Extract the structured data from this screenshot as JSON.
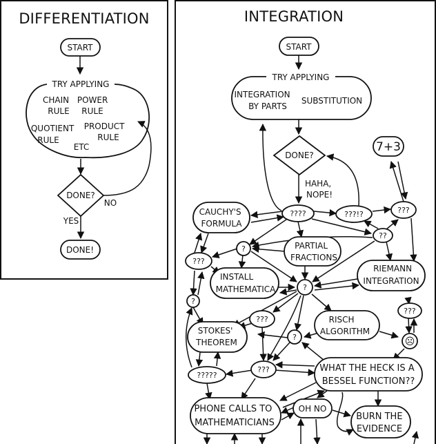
{
  "differentiation": {
    "title": "DIFFERENTIATION",
    "start": "START",
    "try_applying": "TRY APPLYING",
    "chain_rule": [
      "CHAIN",
      "RULE"
    ],
    "power_rule": [
      "POWER",
      "RULE"
    ],
    "quotient_rule": [
      "QUOTIENT",
      "RULE"
    ],
    "product_rule": [
      "PRODUCT",
      "RULE"
    ],
    "etc": "ETC",
    "done_q": "DONE?",
    "no": "NO",
    "yes": "YES",
    "done": "DONE!"
  },
  "integration": {
    "title": "INTEGRATION",
    "start": "START",
    "try_applying": "TRY APPLYING",
    "by_parts": [
      "INTEGRATION",
      "BY PARTS"
    ],
    "substitution": "SUBSTITUTION",
    "done_q": "DONE?",
    "haha_nope": [
      "HAHA,",
      "NOPE!"
    ],
    "glyph": "7+3",
    "cauchy": [
      "CAUCHY'S",
      "FORMULA"
    ],
    "q4": "????",
    "q4b": "???!?",
    "q3_top": "???",
    "qq": "??",
    "q1_top": "?",
    "partial_fractions": [
      "PARTIAL",
      "FRACTIONS"
    ],
    "q3_left": "???",
    "install_mathematica": [
      "INSTALL",
      "MATHEMATICA"
    ],
    "q1_center": "?",
    "riemann": [
      "RIEMANN",
      "INTEGRATION"
    ],
    "q1_left": "?",
    "q3_mid": "???",
    "risch": [
      "RISCH",
      "ALGORITHM"
    ],
    "q3_right": "???",
    "stokes": [
      "STOKES'",
      "THEOREM"
    ],
    "q1_mid": "?",
    "sad_face": "☹",
    "q5": "?????",
    "q3_low": "???",
    "bessel": [
      "WHAT THE HECK IS A",
      "BESSEL FUNCTION??"
    ],
    "phone": [
      "PHONE CALLS TO",
      "MATHEMATICIANS"
    ],
    "oh_no": "OH NO",
    "burn": [
      "BURN THE",
      "EVIDENCE"
    ]
  }
}
